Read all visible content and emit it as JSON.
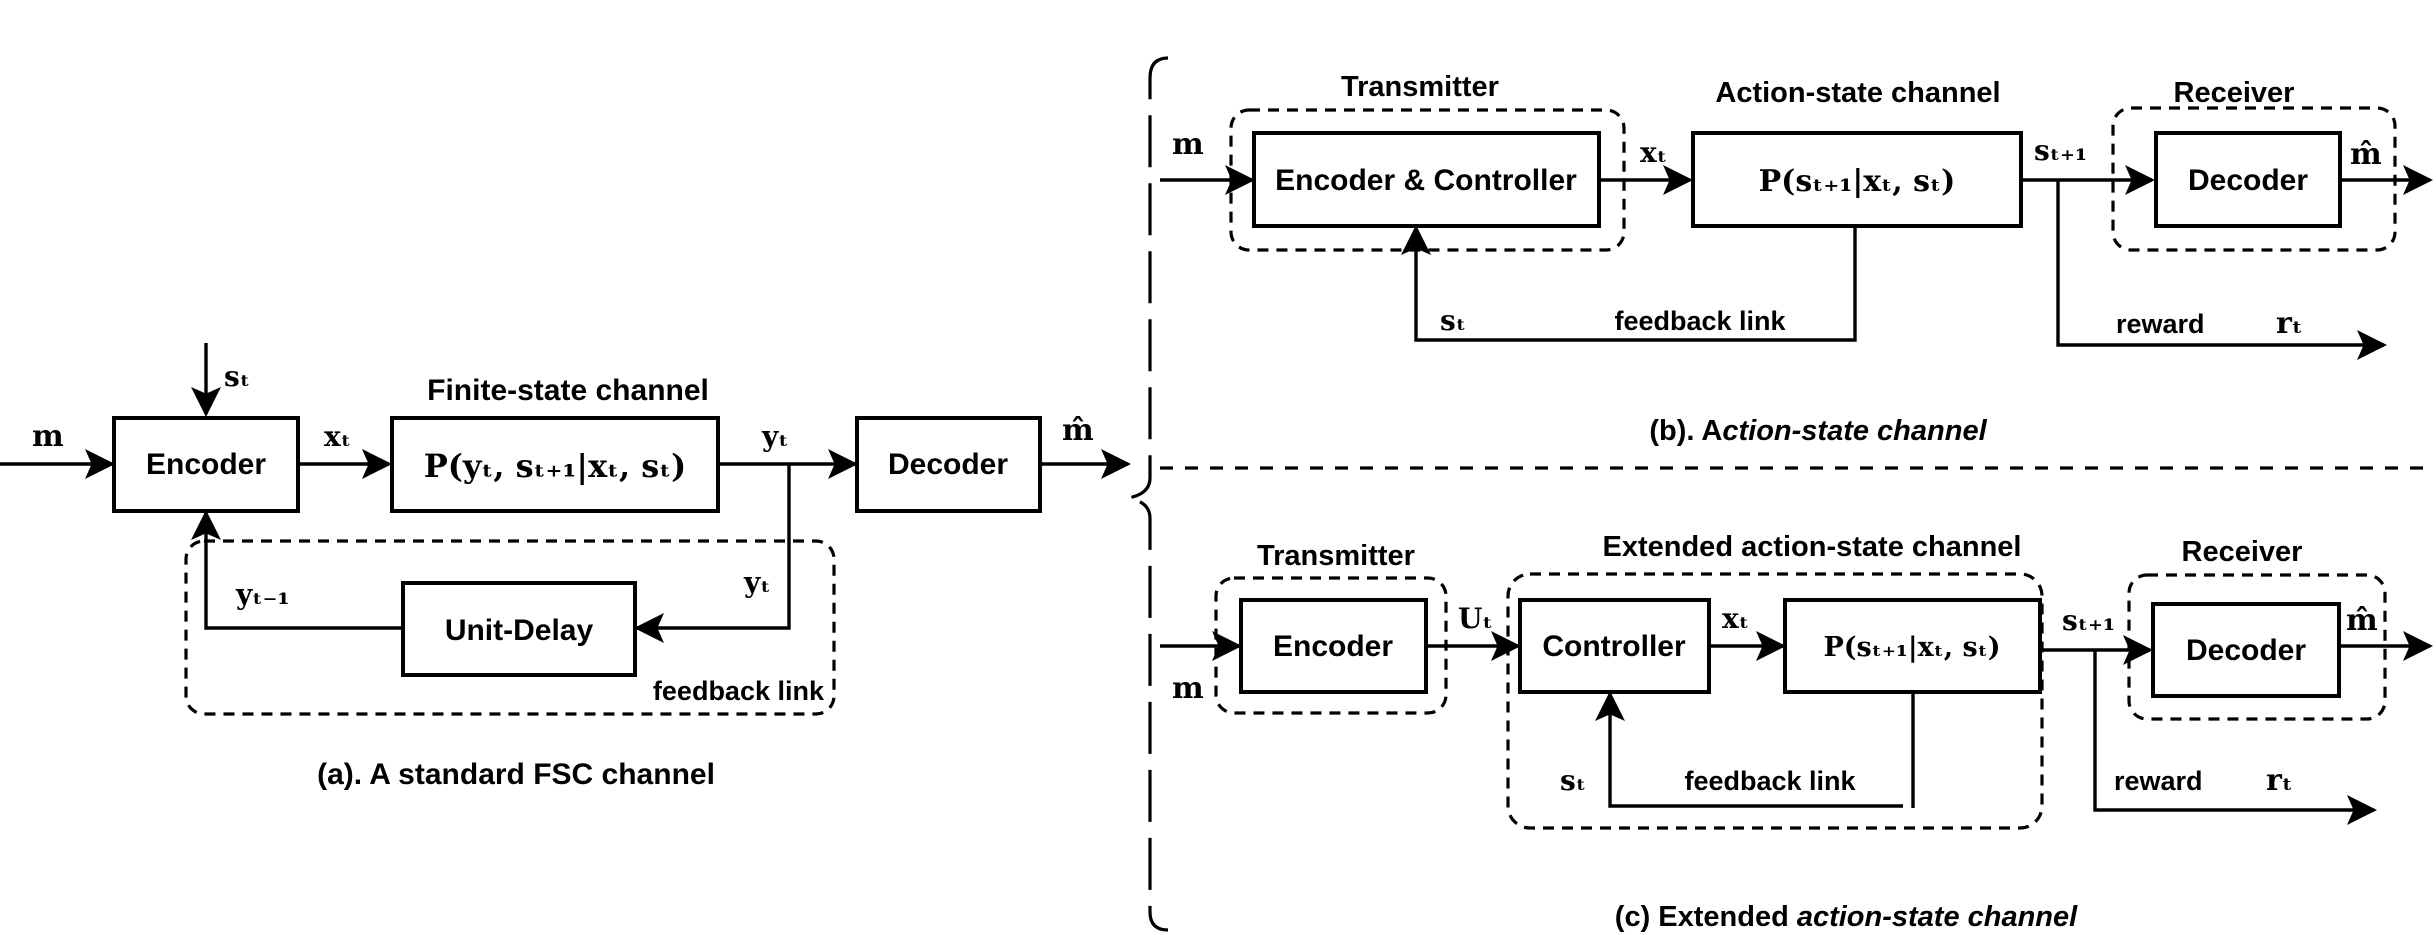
{
  "panel_a": {
    "encoder": "Encoder",
    "channel_title": "Finite-state channel",
    "channel_fn": "P(yₜ, sₜ₊₁|xₜ, sₜ)",
    "decoder": "Decoder",
    "unit_delay": "Unit-Delay",
    "feedback": "feedback link",
    "in_m": "m",
    "s_t": "sₜ",
    "x_t": "xₜ",
    "y_t": "yₜ",
    "y_t_fb": "yₜ",
    "y_tm1": "yₜ₋₁",
    "m_hat": "m̂",
    "caption": "(a). A standard FSC channel"
  },
  "panel_b": {
    "transmitter": "Transmitter",
    "encoder_controller": "Encoder & Controller",
    "channel_title": "Action-state channel",
    "channel_fn": "P(sₜ₊₁|xₜ, sₜ)",
    "receiver": "Receiver",
    "decoder": "Decoder",
    "in_m": "m",
    "x_t": "xₜ",
    "s_t1": "sₜ₊₁",
    "m_hat": "m̂",
    "s_t": "sₜ",
    "feedback": "feedback link",
    "reward": "reward",
    "r_t": "rₜ",
    "caption_prefix": "(b). A",
    "caption_italic": "ction-state channel"
  },
  "panel_c": {
    "transmitter": "Transmitter",
    "encoder": "Encoder",
    "ext_title": "Extended action-state channel",
    "controller": "Controller",
    "channel_fn": "P(sₜ₊₁|xₜ, sₜ)",
    "receiver": "Receiver",
    "decoder": "Decoder",
    "in_m": "m",
    "u_t": "Uₜ",
    "x_t": "xₜ",
    "s_t1": "sₜ₊₁",
    "m_hat": "m̂",
    "s_t": "sₜ",
    "feedback": "feedback link",
    "reward": "reward",
    "r_t": "rₜ",
    "caption_prefix": "(c) Extended",
    "caption_italic": "action-state channel"
  }
}
